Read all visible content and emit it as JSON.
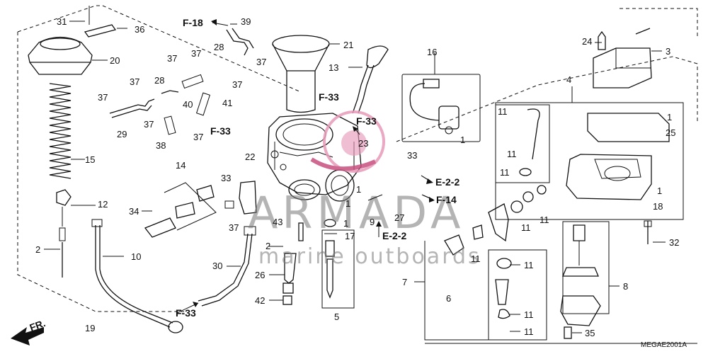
{
  "diagram": {
    "code": "MEGAE2001A",
    "direction_label": "FR.",
    "watermark": {
      "brand": "ARMADA",
      "subtitle": "marine outboards"
    },
    "part_numbers": [
      "1",
      "2",
      "3",
      "4",
      "5",
      "6",
      "7",
      "8",
      "9",
      "10",
      "11",
      "12",
      "13",
      "14",
      "15",
      "16",
      "17",
      "19",
      "20",
      "21",
      "22",
      "23",
      "24",
      "25",
      "26",
      "27",
      "28",
      "29",
      "30",
      "31",
      "32",
      "33",
      "34",
      "35",
      "36",
      "37",
      "38",
      "39",
      "40",
      "41",
      "42",
      "43"
    ],
    "ref_labels": [
      "F-18",
      "F-33",
      "E-2-2",
      "F-14"
    ],
    "colors": {
      "line": "#111111",
      "watermark": "#777777",
      "logo_pink": "#e89ab8",
      "logo_ring": "#c8507e"
    }
  }
}
